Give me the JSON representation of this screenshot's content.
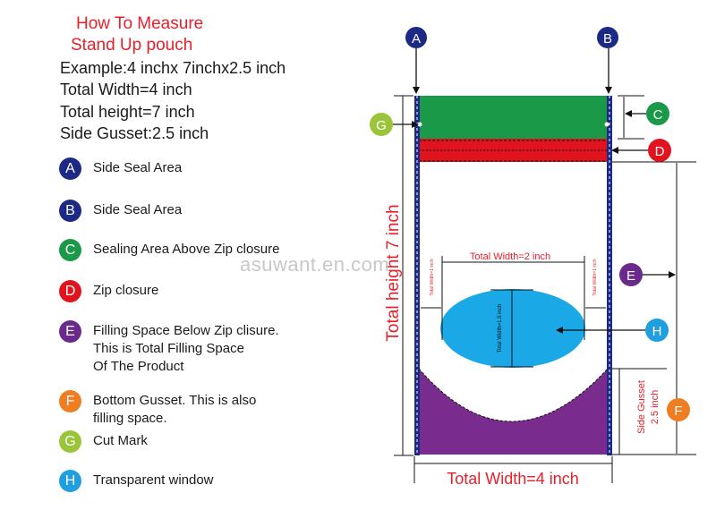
{
  "header": {
    "title_line1": "How To Measure",
    "title_line2": "Stand Up pouch",
    "example": "Example:4 inchx 7inchx2.5 inch",
    "total_width": "Total Width=4 inch",
    "total_height": "Total height=7 inch",
    "side_gusset": "Side Gusset:2.5 inch"
  },
  "legend": [
    {
      "letter": "A",
      "color": "#1c2a86",
      "lines": [
        "Side Seal Area"
      ]
    },
    {
      "letter": "B",
      "color": "#1c2a86",
      "lines": [
        "Side Seal Area"
      ]
    },
    {
      "letter": "C",
      "color": "#1a9a48",
      "lines": [
        "Sealing Area Above Zip closure"
      ]
    },
    {
      "letter": "D",
      "color": "#e0141e",
      "lines": [
        "Zip closure"
      ]
    },
    {
      "letter": "E",
      "color": "#6a2a8c",
      "lines": [
        "Filling Space Below Zip clisure.",
        "This is Total Filling Space",
        "Of The Product"
      ]
    },
    {
      "letter": "F",
      "color": "#ef7d22",
      "lines": [
        "Bottom Gusset. This is also",
        "filling space."
      ]
    },
    {
      "letter": "G",
      "color": "#9ac43a",
      "lines": [
        "Cut Mark"
      ]
    },
    {
      "letter": "H",
      "color": "#1f9fdf",
      "lines": [
        "Transparent window"
      ]
    }
  ],
  "diagram": {
    "label_total_height": "Total height 7 inch",
    "label_total_width_bottom": "Total Width=4 inch",
    "label_total_width_inner": "Total Width=2 inch",
    "label_side_gusset_line1": "Side Gusset",
    "label_side_gusset_line2": "2.5 inch",
    "label_window_height": "Total Width=1.5 inch",
    "label_left_seal_width": "Total Width=1 inch",
    "label_right_seal_width": "Total Width=1 inch",
    "watermark": "asuwant.en.com",
    "colors": {
      "seal": "#1c2a86",
      "top_band": "#1a9a48",
      "zip_band": "#e0141e",
      "window": "#1aa8e6",
      "gusset": "#7a2b8e",
      "dimension_text": "#e8202a"
    }
  }
}
